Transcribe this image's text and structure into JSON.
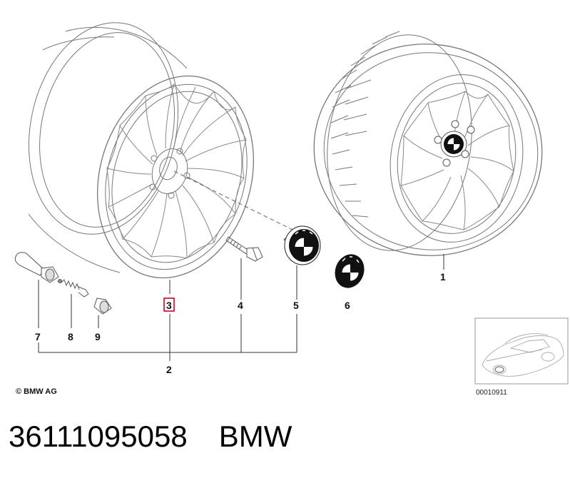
{
  "callouts": {
    "c1": "1",
    "c2": "2",
    "c3": "3",
    "c4": "4",
    "c5": "5",
    "c6": "6",
    "c7": "7",
    "c8": "8",
    "c9": "9"
  },
  "copyright": "© BMW AG",
  "reference_number": "00010911",
  "caption": {
    "part_number": "36111095058",
    "brand": "BMW"
  },
  "colors": {
    "line": "#6a6a6a",
    "highlight": "#d0021b",
    "emblem_dark": "#111111"
  }
}
